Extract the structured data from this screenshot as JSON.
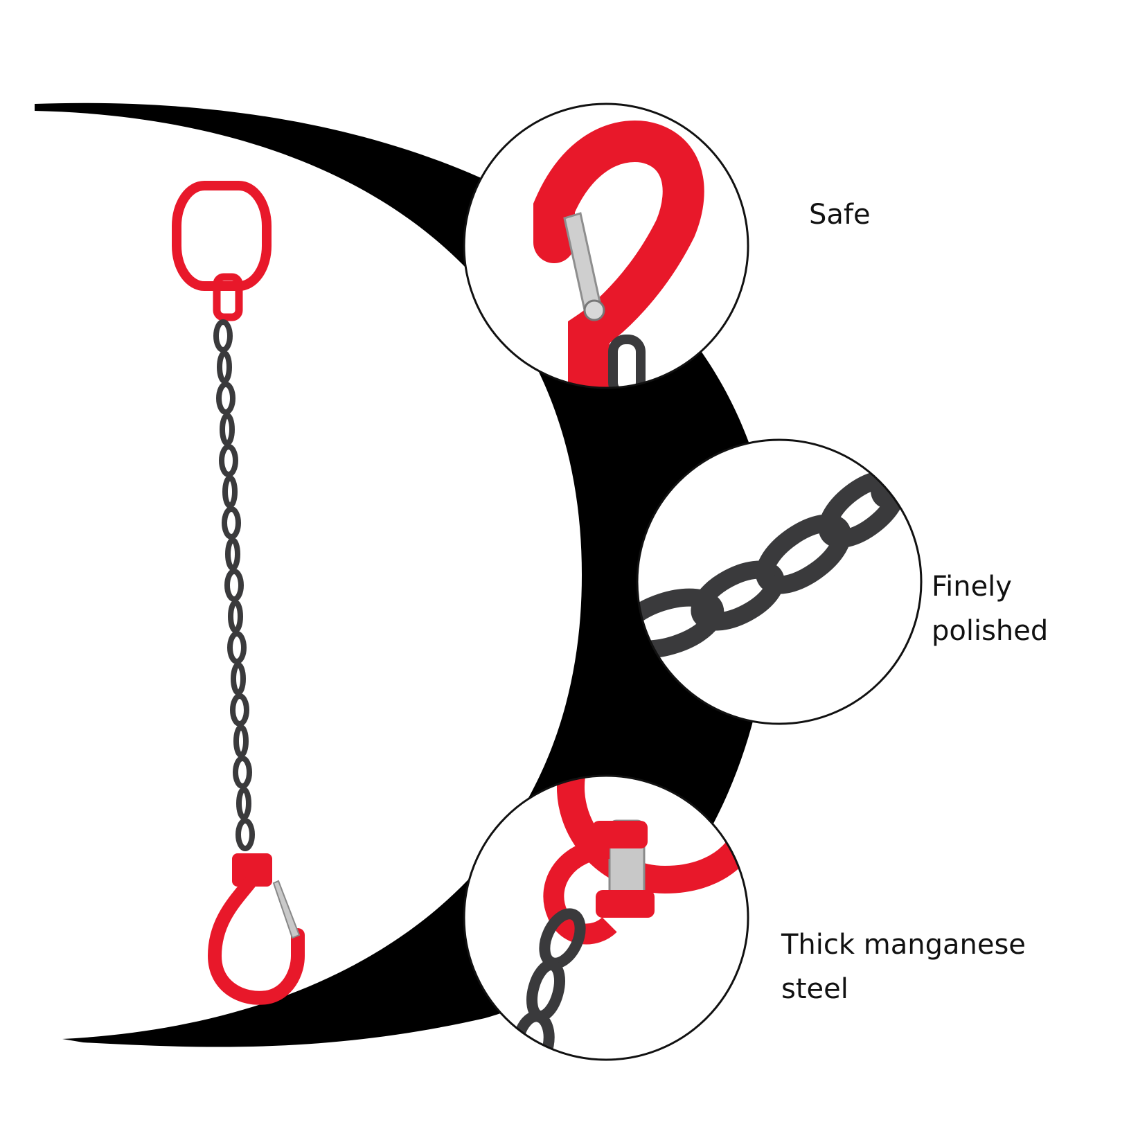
{
  "colors": {
    "accent_red": "#e8182a",
    "chain_dark": "#3a3a3c",
    "crescent": "#000000",
    "background": "#ffffff"
  },
  "features": [
    {
      "id": "safe",
      "lines": [
        "Safe"
      ],
      "icon": "hook-closeup-icon"
    },
    {
      "id": "polished",
      "lines": [
        "Finely",
        "polished"
      ],
      "icon": "chain-links-closeup-icon"
    },
    {
      "id": "steel",
      "lines": [
        "Thick manganese",
        "steel"
      ],
      "icon": "ring-shackle-closeup-icon"
    }
  ]
}
